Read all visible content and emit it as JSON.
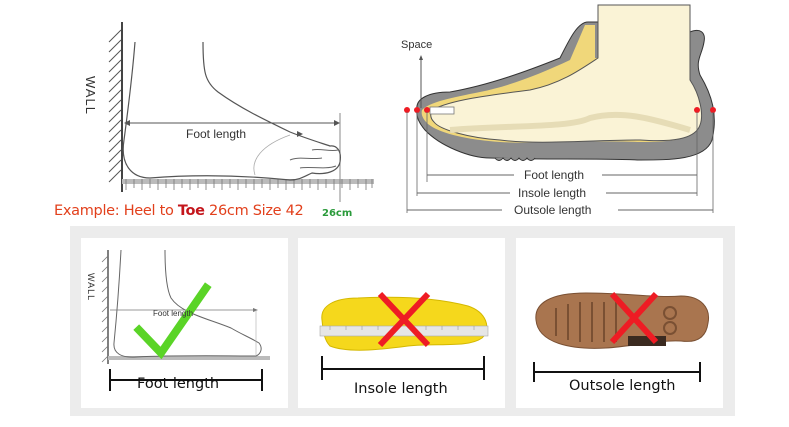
{
  "top_left": {
    "wall_label": "WALL",
    "foot_length_label": "Foot length",
    "example_prefix": "Example: Heel to ",
    "example_toe": "Toe",
    "example_suffix": " 26cm Size 42",
    "ruler_mark": "26cm"
  },
  "top_right": {
    "space_label": "Space",
    "foot_length_label": "Foot length",
    "insole_length_label": "Insole length",
    "outsole_length_label": "Outsole length"
  },
  "bottom_panels": [
    {
      "label": "Foot length",
      "mark": "check",
      "wall_label": "WALL",
      "inner_label": "Foot length"
    },
    {
      "label": "Insole length",
      "mark": "cross"
    },
    {
      "label": "Outsole length",
      "mark": "cross"
    }
  ],
  "colors": {
    "example_text": "#e2401c",
    "toe_text": "#c4161c",
    "ruler_mark": "#2a9a3a",
    "check": "#5ad427",
    "cross": "#ee1c24",
    "shoe_grey": "#8c8c8c",
    "foot_fill": "#faf3d6",
    "insole_yellow": "#f0d77a",
    "insole_product": "#f5d81c",
    "outsole_brown": "#a9754f",
    "panel_bg": "#ececec"
  }
}
